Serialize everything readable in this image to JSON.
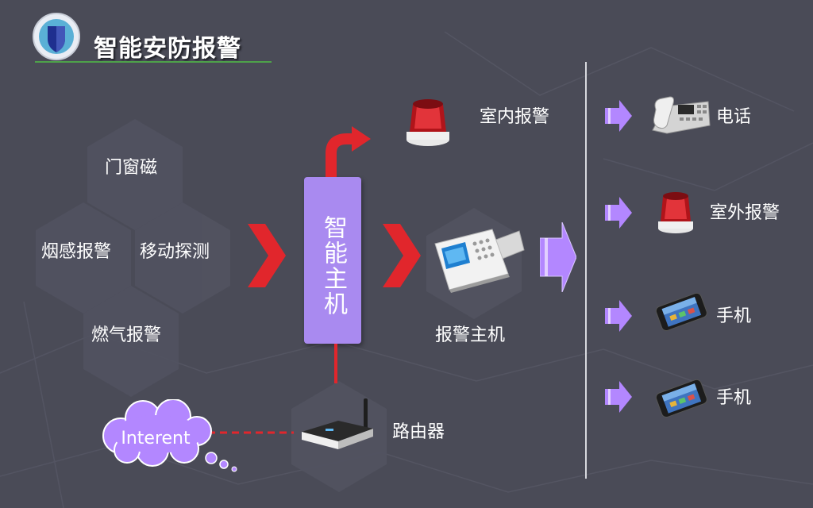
{
  "title": "智能安防报警",
  "hub": {
    "label": "智能主机"
  },
  "sensors": [
    {
      "name": "door-window",
      "label": "门窗磁"
    },
    {
      "name": "smoke",
      "label": "烟感报警"
    },
    {
      "name": "motion",
      "label": "移动探测"
    },
    {
      "name": "gas",
      "label": "燃气报警"
    }
  ],
  "panel": {
    "label": "报警主机"
  },
  "indoor_alarm": {
    "label": "室内报警"
  },
  "router": {
    "label": "路由器"
  },
  "cloud": {
    "label": "Interent"
  },
  "outputs": [
    {
      "label": "电话",
      "icon": "telephone-icon"
    },
    {
      "label": "室外报警",
      "icon": "siren-icon"
    },
    {
      "label": "手机",
      "icon": "mobile-phone-icon"
    },
    {
      "label": "手机",
      "icon": "mobile-phone-icon"
    }
  ],
  "colors": {
    "background": "#4a4b57",
    "hub": "#a98af0",
    "red": "#e1262c",
    "purple_arrow": "#b387ff",
    "title_underline": "#4ea24a"
  }
}
